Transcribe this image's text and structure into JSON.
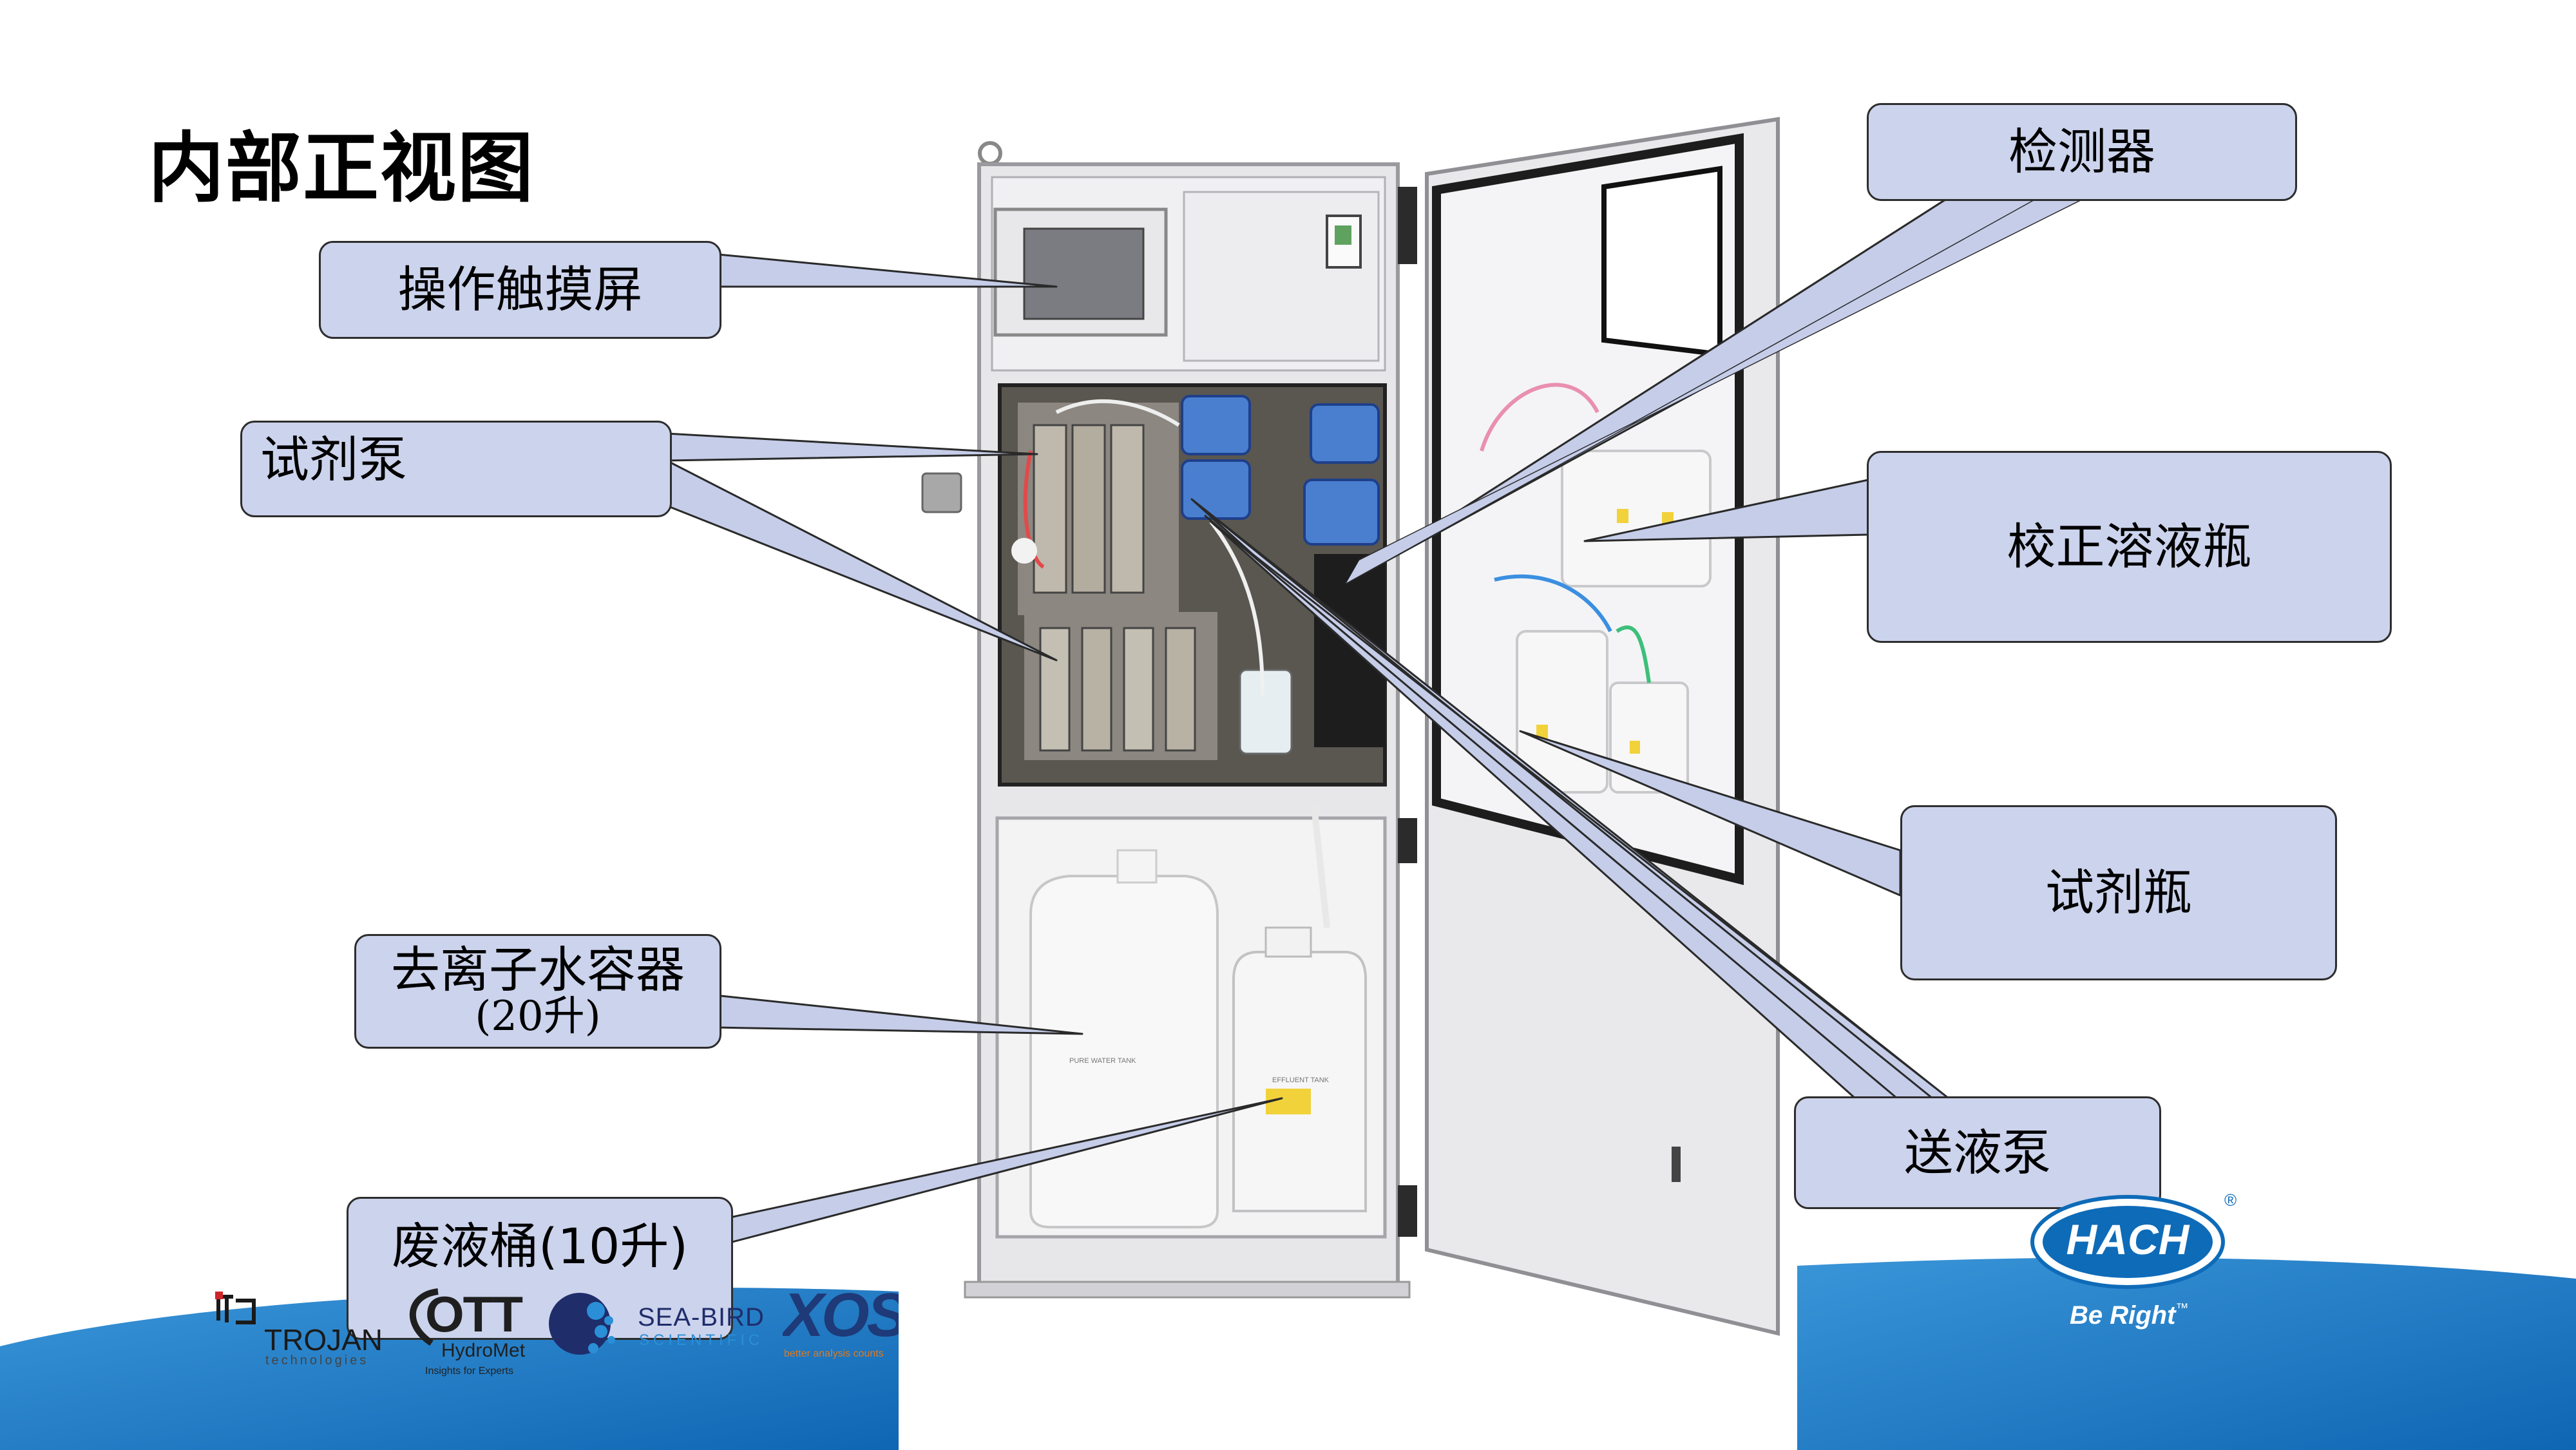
{
  "slide": {
    "title": "内部正视图"
  },
  "callouts": {
    "touchscreen": "操作触摸屏",
    "reagent_pump": "试剂泵",
    "di_container_line1": "去离子水容器",
    "di_container_line2": "(20升)",
    "waste_bucket": "废液桶(10升)",
    "detector": "检测器",
    "calibration_bottle": "校正溶液瓶",
    "reagent_bottle": "试剂瓶",
    "transfer_pump": "送液泵"
  },
  "instrument_labels": {
    "pure_water_tank": "PURE WATER TANK",
    "effluent_tank": "EFFLUENT TANK"
  },
  "partner_logos": {
    "trojan_name": "TROJAN",
    "trojan_sub": "technologies",
    "ott_name": "OTT",
    "ott_sub": "HydroMet",
    "ott_tagline": "Insights for Experts",
    "seabird_name": "SEA-BIRD",
    "seabird_sub": "SCIENTIFIC",
    "xos_name": "XOS",
    "xos_tagline": "better analysis counts"
  },
  "brand": {
    "name": "HACH",
    "tagline": "Be Right",
    "trademark": "™",
    "registered": "®"
  },
  "colors": {
    "callout_fill": "#ccd3ec",
    "brand_blue": "#0e6bb8",
    "wave_blue": "#1a7ac9",
    "cabinet_gray": "#e6e6e8"
  }
}
